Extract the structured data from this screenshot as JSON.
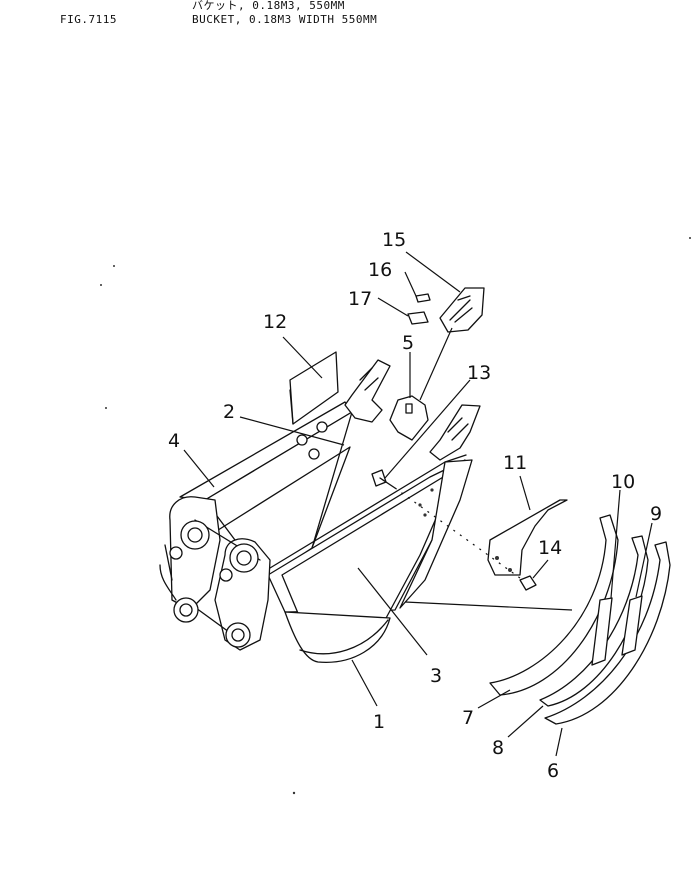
{
  "header": {
    "title_jp": "バケット, 0.18M3, 550MM",
    "fig_id": "FIG.7115",
    "title_en": "BUCKET, 0.18M3 WIDTH 550MM"
  },
  "callouts": [
    "1",
    "2",
    "3",
    "4",
    "5",
    "6",
    "7",
    "8",
    "9",
    "10",
    "11",
    "12",
    "13",
    "14",
    "15",
    "16",
    "17"
  ]
}
